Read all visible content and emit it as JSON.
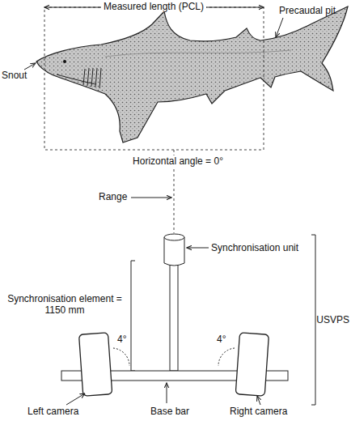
{
  "diagram": {
    "labels": [
      "Measured length (PCL)",
      "Snout",
      "Precaudal pit",
      "Horizontal angle = 0°",
      "Range",
      "Synchronisation unit",
      "Synchronisation element = 1150 mm",
      "USVPS",
      "4°",
      "4°",
      "Left camera",
      "Base bar",
      "Right camera"
    ]
  }
}
